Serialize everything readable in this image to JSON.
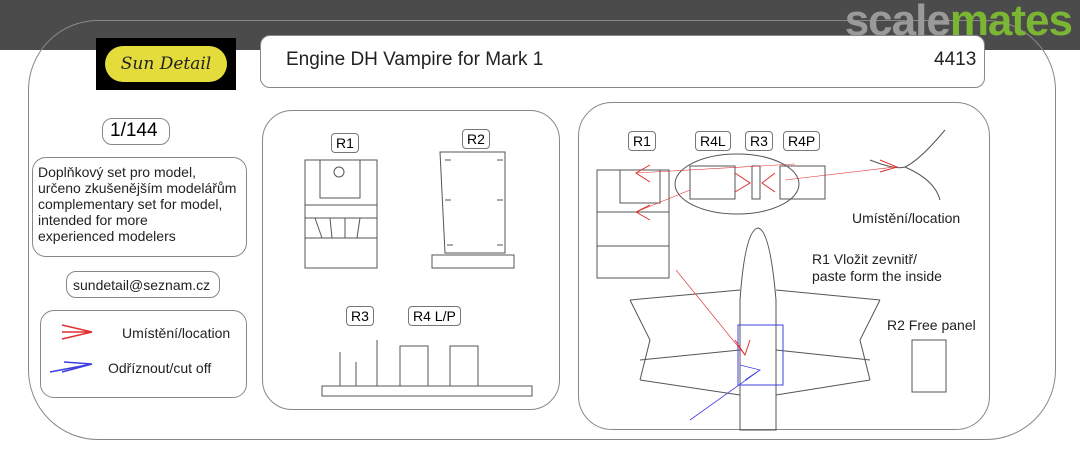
{
  "watermark": {
    "part1": "scale",
    "part2": "mates"
  },
  "logo": {
    "text": "Sun Detail"
  },
  "header": {
    "title": "Engine DH Vampire for Mark 1",
    "code": "4413"
  },
  "left": {
    "scale": "1/144",
    "description": [
      "Doplňkový set pro model,",
      "určeno zkušenějším modelářům",
      "complementary set for model,",
      "intended for more",
      " experienced modelers"
    ],
    "email": "sundetail@seznam.cz",
    "legend": [
      {
        "label": "Umístění/location",
        "color": "#e03030"
      },
      {
        "label": "Odříznout/cut off",
        "color": "#4040e0"
      }
    ]
  },
  "parts": {
    "r1": "R1",
    "r2": "R2",
    "r3": "R3",
    "r4": "R4 L/P"
  },
  "assembly": {
    "r1": "R1",
    "r4l": "R4L",
    "r3": "R3",
    "r4p": "R4P",
    "location": "Umístění/location",
    "note1": "R1 Vložit zevnitř/",
    "note2": "paste form the inside",
    "r2": "R2 Free panel"
  }
}
